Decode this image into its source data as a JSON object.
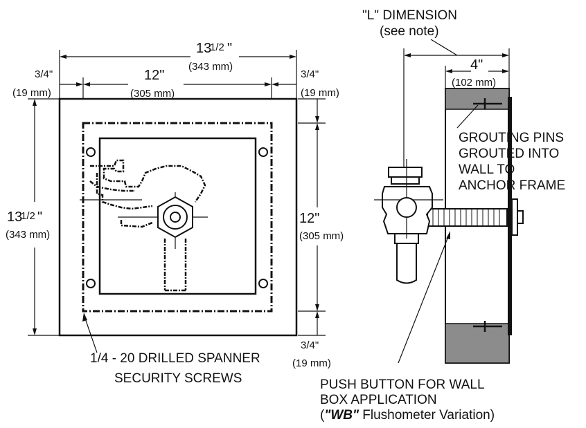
{
  "front_view": {
    "overall_width": {
      "whole": "13",
      "frac": "1/2",
      "unit": "\"",
      "metric": "(343  mm)"
    },
    "inner_width": {
      "value": "12\"",
      "metric": "(305 mm)"
    },
    "left_margin": {
      "value": "3/4\"",
      "metric": "(19 mm)"
    },
    "right_margin": {
      "value": "3/4\"",
      "metric": "(19 mm)"
    },
    "overall_height": {
      "whole": "13",
      "frac": "1/2",
      "unit": "\"",
      "metric": "(343  mm)"
    },
    "inner_height": {
      "value": "12\"",
      "metric": "(305 mm)"
    },
    "bottom_margin": {
      "value": "3/4\"",
      "metric": "(19 mm)"
    },
    "screws_label_line1": "1/4 - 20 DRILLED SPANNER",
    "screws_label_line2": "SECURITY SCREWS"
  },
  "side_view": {
    "l_dimension_line1": "\"L\" DIMENSION",
    "l_dimension_line2": "(see note)",
    "depth": {
      "value": "4\"",
      "metric": "(102  mm)"
    },
    "grout_line1": "GROUTING  PINS",
    "grout_line2": "GROUTED  INTO",
    "grout_line3": "WALL  TO",
    "grout_line4": "ANCHOR  FRAME",
    "push_line1": "PUSH  BUTTON  FOR  WALL",
    "push_line2": "BOX  APPLICATION",
    "push_line3_open": "(",
    "push_line3_bold": "\"WB\"",
    "push_line3_rest": " Flushometer  Variation)"
  }
}
